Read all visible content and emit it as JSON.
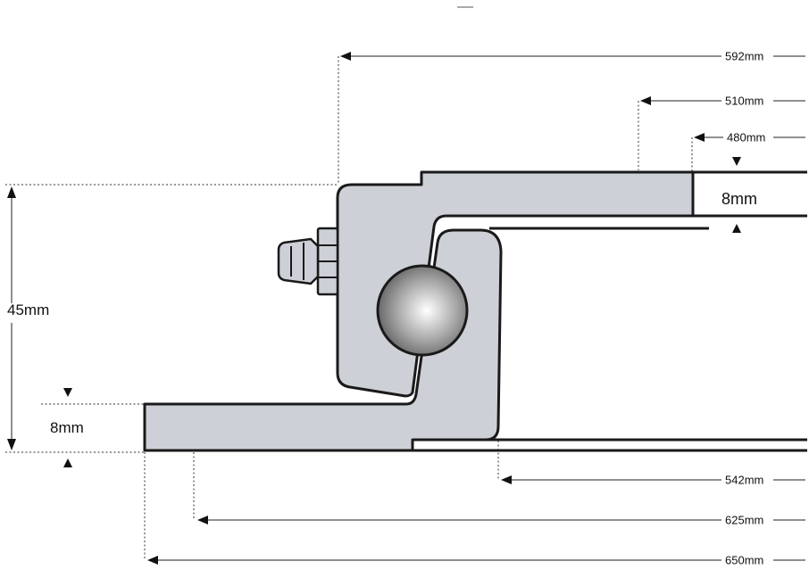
{
  "dimensions": {
    "d592": "592mm",
    "d510": "510mm",
    "d480": "480mm",
    "d542": "542mm",
    "d625": "625mm",
    "d650": "650mm",
    "height_total": "45mm",
    "thickness_top": "8mm",
    "thickness_bottom": "8mm"
  },
  "colors": {
    "part_fill": "#ced0d7",
    "outline": "#1a1a1a",
    "ball_light": "#ffffff",
    "ball_dark": "#5a5a5a"
  },
  "icons": [
    "grease-nipple-icon",
    "ball-bearing-icon"
  ]
}
